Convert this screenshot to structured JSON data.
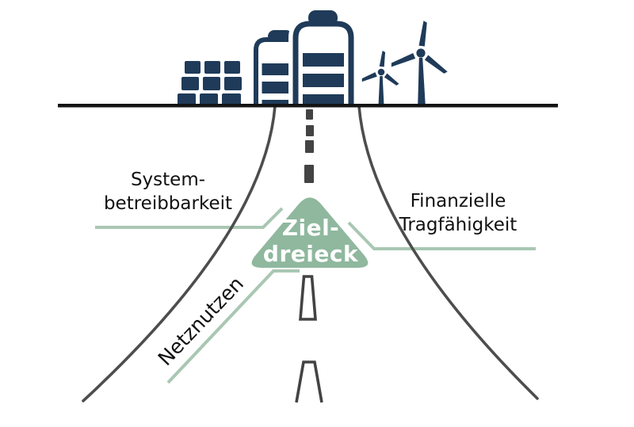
{
  "diagram": {
    "triangle": {
      "line1": "Ziel-",
      "line2": "dreieck"
    },
    "labels": {
      "system": {
        "line1": "System-",
        "line2": "betreibbarkeit"
      },
      "financial": {
        "line1": "Finanzielle",
        "line2": "Tragfähigkeit"
      },
      "grid_benefit": "Netznutzen"
    },
    "icons": {
      "solar": "solar-panel-icon",
      "storage_small": "storage-tower-small-icon",
      "storage_large": "storage-tower-large-icon",
      "turbine_small": "wind-turbine-small-icon",
      "turbine_large": "wind-turbine-large-icon"
    },
    "colors": {
      "navy": "#1f3b59",
      "sage": "#8fb89e",
      "sage_line": "#a9c7b3",
      "road_gray": "#4d4d4d",
      "dash_gray": "#434343",
      "horizon_black": "#141414",
      "text": "#111111",
      "triangle_text": "#ffffff"
    }
  }
}
